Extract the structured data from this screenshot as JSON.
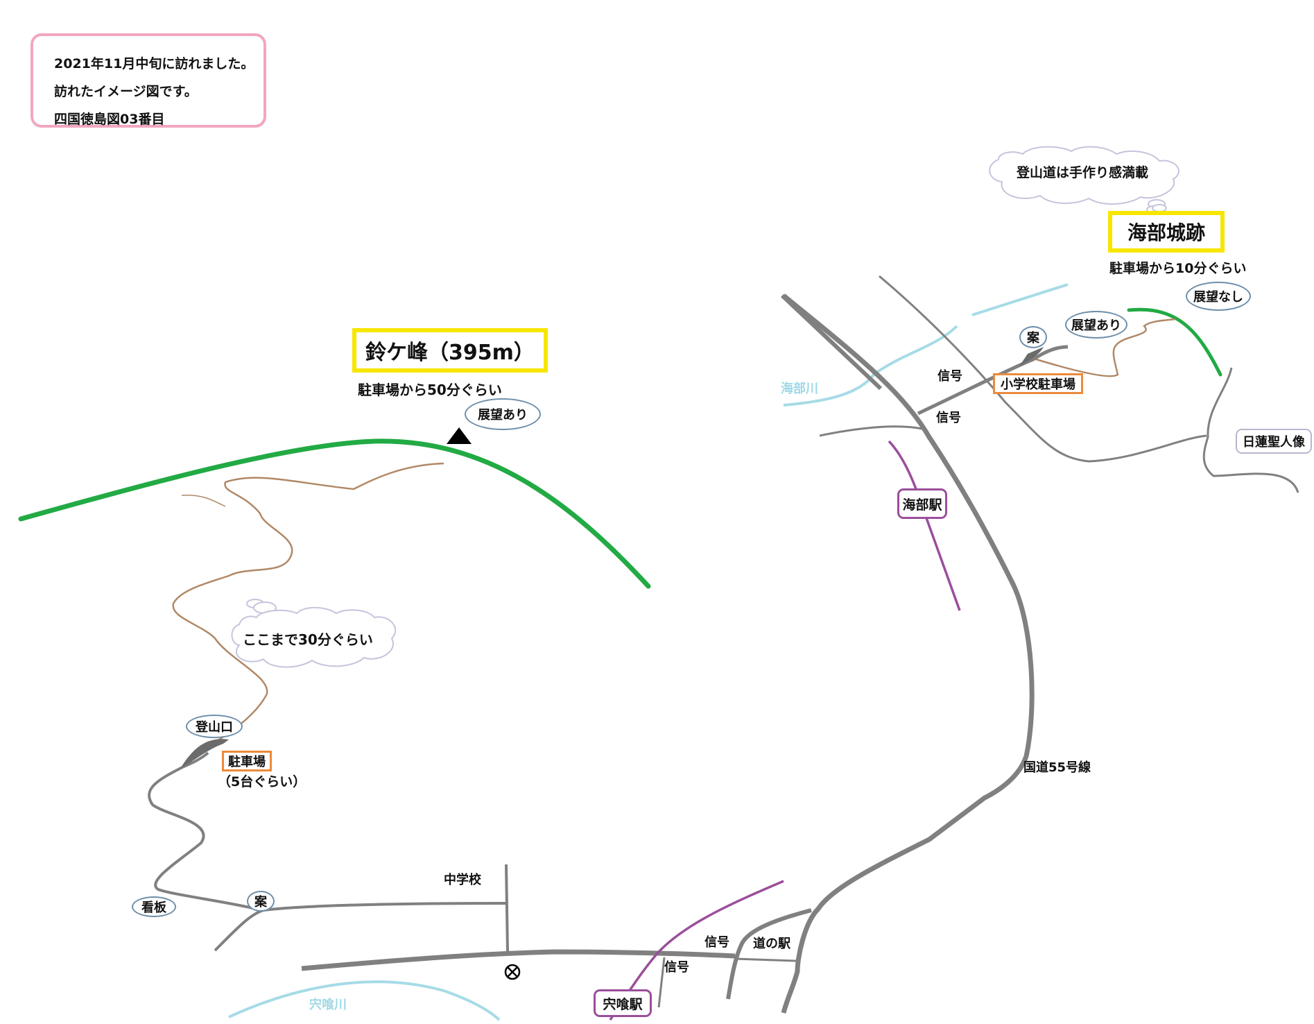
{
  "info": {
    "line1": "2021年11月中旬に訪れました。",
    "line2": "訪れたイメージ図です。",
    "line3": "四国徳島図03番目"
  },
  "suzugamine": {
    "title": "鈴ケ峰（395m）",
    "time": "駐車場から50分ぐらい",
    "view": "展望あり",
    "cloud": "ここまで30分ぐらい",
    "trailhead": "登山口",
    "parking": "駐車場",
    "parking_capacity": "（5台ぐらい）",
    "signboard": "看板",
    "guide": "案",
    "junior_high": "中学校",
    "river": "宍喰川",
    "station": "宍喰駅",
    "signal_1": "信号",
    "signal_2": "信号",
    "roadside_station": "道の駅"
  },
  "kaifu": {
    "title": "海部城跡",
    "time": "駐車場から10分ぐらい",
    "cloud": "登山道は手作り感満載",
    "view_none": "展望なし",
    "view_yes": "展望あり",
    "guide": "案",
    "school_parking": "小学校駐車場",
    "signal_1": "信号",
    "signal_2": "信号",
    "river": "海部川",
    "station": "海部駅",
    "statue": "日蓮聖人像",
    "route": "国道55号線"
  },
  "colors": {
    "road": "#808080",
    "trail": "#b08866",
    "ridge": "#22aa44",
    "river": "#a6dbe6",
    "rail": "#9a4e9b",
    "peak_border": "#f7e600",
    "info_border": "#f2a6c0",
    "parking_border": "#ec8a3a"
  },
  "icons": [
    "summit-triangle-icon",
    "post-office-icon",
    "cloud-icon"
  ]
}
